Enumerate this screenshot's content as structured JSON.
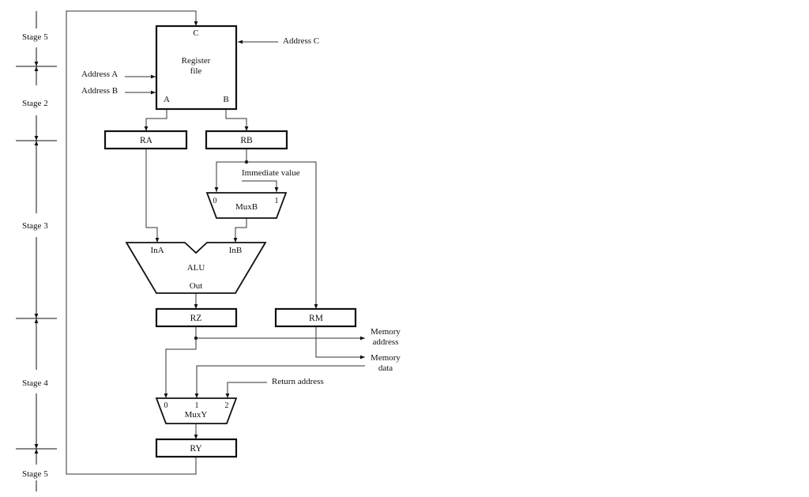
{
  "stages": {
    "s5_top": "Stage 5",
    "s2": "Stage 2",
    "s3": "Stage 3",
    "s4": "Stage 4",
    "s5_bottom": "Stage 5"
  },
  "register_file": {
    "title_line1": "Register",
    "title_line2": "file",
    "port_c": "C",
    "port_a": "A",
    "port_b": "B",
    "address_a": "Address A",
    "address_b": "Address B",
    "address_c": "Address C"
  },
  "registers": {
    "ra": "RA",
    "rb": "RB",
    "rz": "RZ",
    "rm": "RM",
    "ry": "RY"
  },
  "muxb": {
    "label": "MuxB",
    "in0": "0",
    "in1": "1",
    "immediate": "Immediate value"
  },
  "alu": {
    "label": "ALU",
    "in_a": "InA",
    "in_b": "InB",
    "out": "Out"
  },
  "memory": {
    "address_line1": "Memory",
    "address_line2": "address",
    "data_line1": "Memory",
    "data_line2": "data"
  },
  "muxy": {
    "label": "MuxY",
    "in0": "0",
    "in1": "1",
    "in2": "2",
    "return_address": "Return address"
  }
}
